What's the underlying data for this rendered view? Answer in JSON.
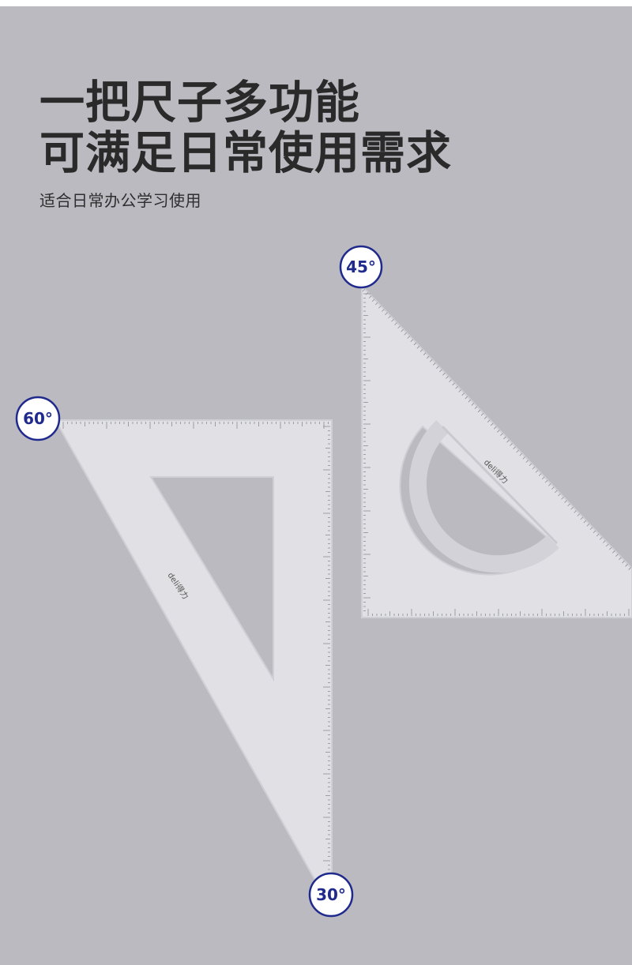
{
  "headline": {
    "line1": "一把尺子多功能",
    "line2": "可满足日常使用需求"
  },
  "subtitle": "适合日常办公学习使用",
  "angles": {
    "a45": "45°",
    "a60": "60°",
    "a30": "30°"
  },
  "ruler_brand": "deli得力",
  "colors": {
    "background": "#bbbac0",
    "headline": "#2a2a2a",
    "badge_stroke": "#1f2a8c",
    "ruler_fill": "#e4e4e8"
  }
}
